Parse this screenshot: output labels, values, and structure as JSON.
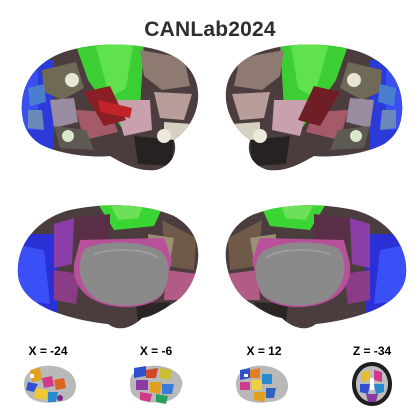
{
  "title": "CANLab2024",
  "views": [
    {
      "view": "left-lateral"
    },
    {
      "view": "right-lateral"
    },
    {
      "view": "left-medial"
    },
    {
      "view": "right-medial"
    }
  ],
  "slices": [
    {
      "label": "X = -24",
      "plane": "sagittal"
    },
    {
      "label": "X = -6",
      "plane": "sagittal"
    },
    {
      "label": "X = 12",
      "plane": "sagittal"
    },
    {
      "label": "Z = -34",
      "plane": "axial"
    }
  ],
  "colors": {
    "title": "#2e2e2e",
    "motor_green": "#3fd23a",
    "visual_blue": "#2a36e6",
    "limbic_pink": "#b8558e",
    "medial_wall": "#8a8a8a",
    "cortex_dark": "#3a2f30"
  }
}
